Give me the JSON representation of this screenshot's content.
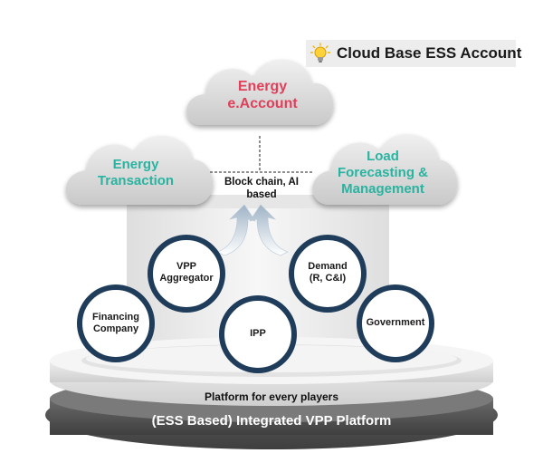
{
  "header": {
    "title": "Cloud Base ESS Account",
    "icon": "lightbulb-icon"
  },
  "clouds": {
    "top": {
      "line1": "Energy",
      "line2": "e.Account"
    },
    "left": {
      "line1": "Energy",
      "line2": "Transaction"
    },
    "right": {
      "line1": "Load",
      "line2": "Forecasting &",
      "line3": "Management"
    }
  },
  "center_label": {
    "line1": "Block chain, AI",
    "line2": "based"
  },
  "players": {
    "vpp": {
      "line1": "VPP",
      "line2": "Aggregator"
    },
    "demand": {
      "line1": "Demand",
      "line2": "(R, C&I)"
    },
    "financing": {
      "line1": "Financing",
      "line2": "Company"
    },
    "ipp": {
      "line1": "IPP"
    },
    "government": {
      "line1": "Government"
    }
  },
  "platform": {
    "subtitle": "Platform for every players",
    "title": "(ESS Based) Integrated VPP Platform"
  },
  "colors": {
    "red_text": "#e0405a",
    "teal_text": "#2ab3a0",
    "circle_border": "#1f3c5a",
    "cloud_fill": "#d9d9d9",
    "platform_dark": "#5a5a5a"
  }
}
